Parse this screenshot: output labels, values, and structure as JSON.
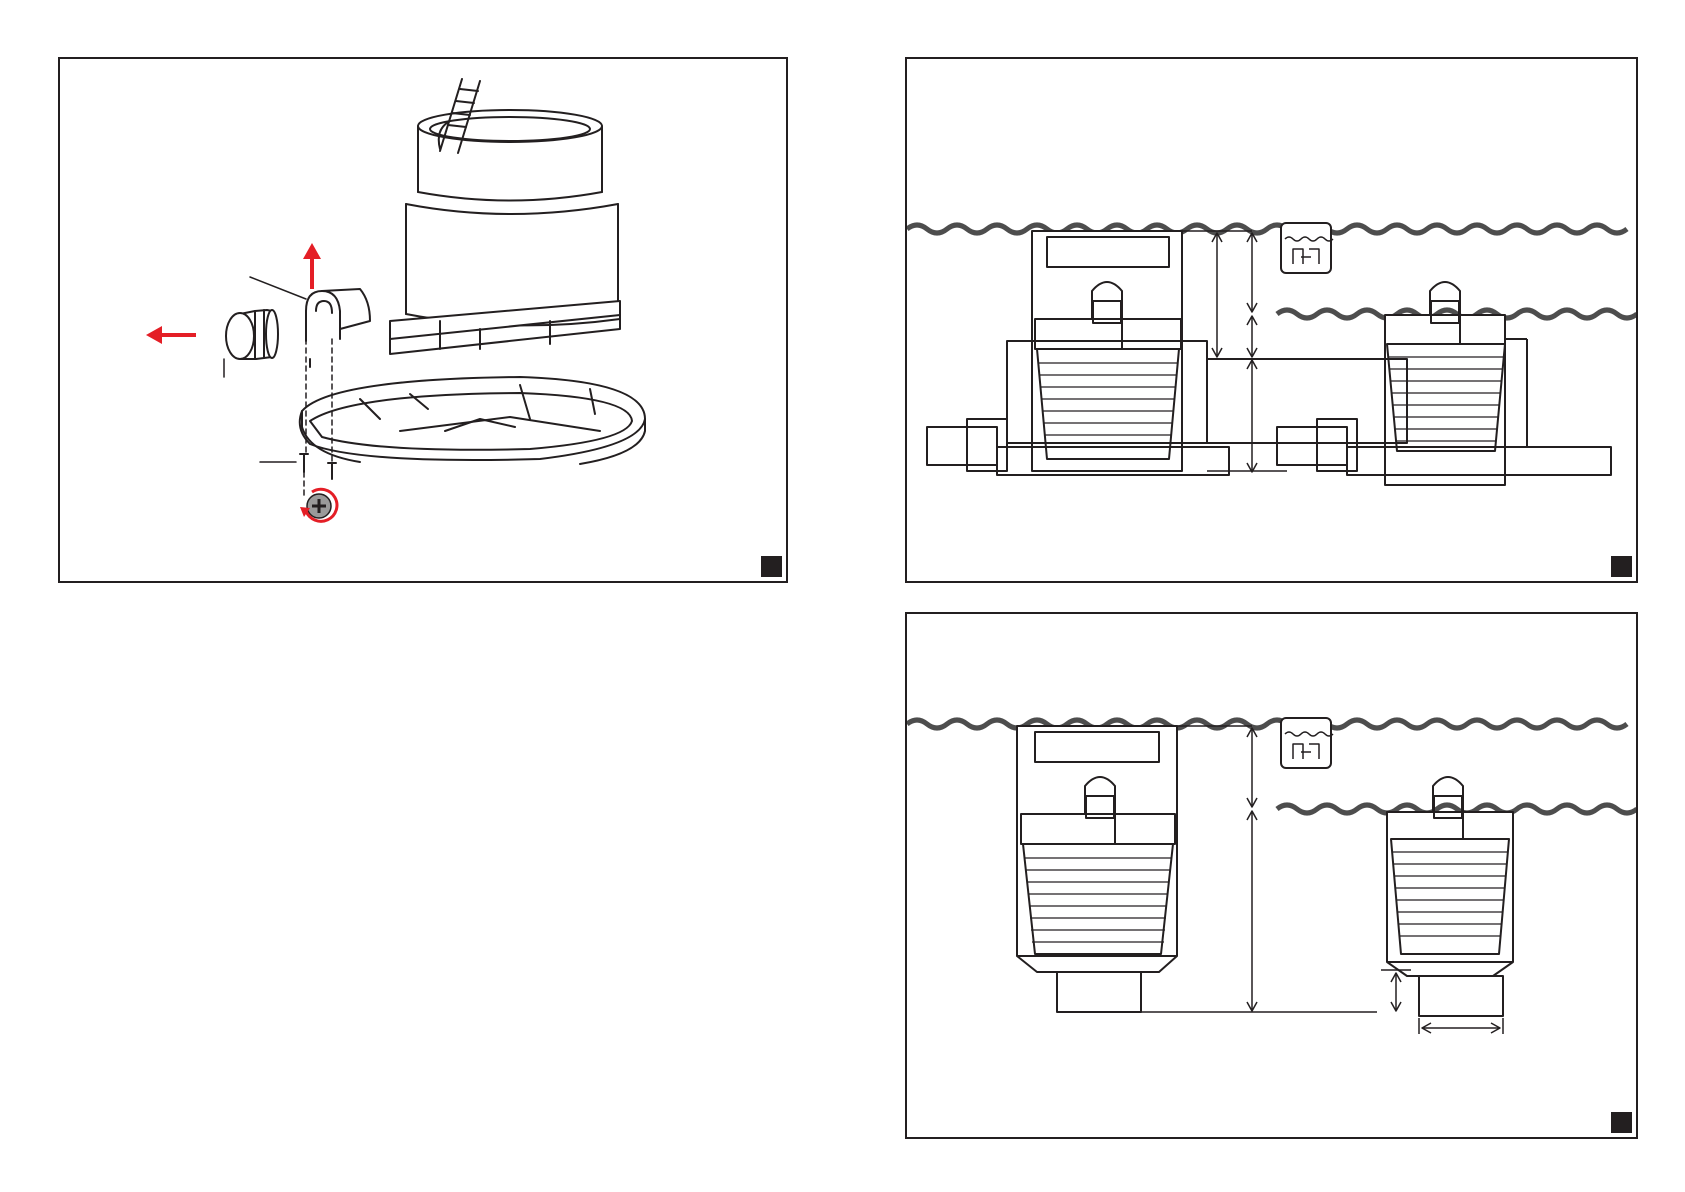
{
  "page": {
    "background": "#ffffff",
    "line_color": "#231f20",
    "accent_color": "#e41e26"
  },
  "panels": [
    {
      "name": "exploded-assembly-panel",
      "corner_marker": ""
    },
    {
      "name": "water-level-installation-panel",
      "corner_marker": ""
    },
    {
      "name": "pipe-extension-installation-panel",
      "corner_marker": ""
    }
  ],
  "icons": [
    "arrow-left-icon",
    "arrow-up-icon",
    "rotate-screwdriver-icon",
    "water-level-icon"
  ]
}
